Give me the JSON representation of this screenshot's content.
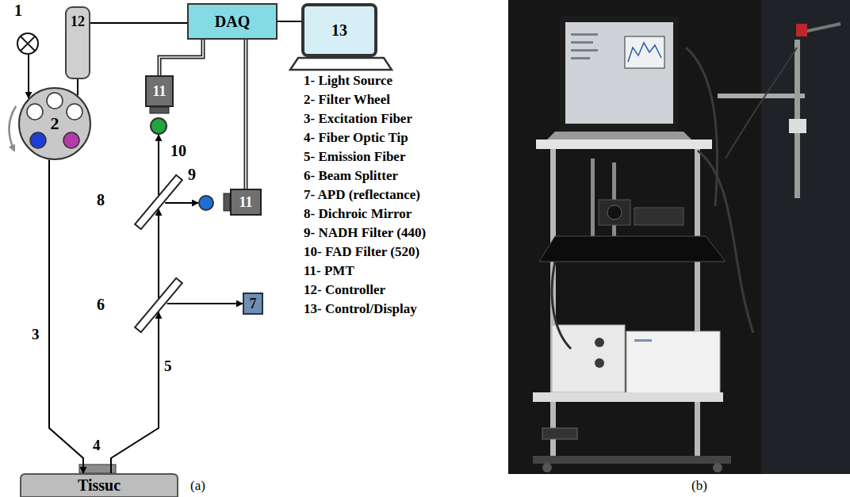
{
  "diagram": {
    "nodes": [
      {
        "text": [
          "1"
        ]
      },
      {
        "text": [
          "12"
        ]
      },
      {
        "text": [
          "DAQ"
        ]
      },
      {
        "text": [
          "13"
        ]
      },
      {
        "text": [
          "2"
        ]
      },
      {
        "text": [
          "11"
        ]
      },
      {
        "text": [
          "10"
        ]
      },
      {
        "text": [
          "8"
        ]
      },
      {
        "text": [
          "9"
        ]
      },
      {
        "text": [
          "11"
        ]
      },
      {
        "text": [
          "6"
        ]
      },
      {
        "text": [
          "7"
        ]
      },
      {
        "text": [
          "Tissuc"
        ]
      }
    ],
    "edges": [
      {
        "from": 0,
        "to": 4,
        "arrow": "to"
      },
      {
        "from": 4,
        "to": 12,
        "arrow": "to"
      },
      {
        "from": 12,
        "to": 10,
        "arrow": "to"
      },
      {
        "from": 10,
        "to": 11,
        "arrow": "to"
      },
      {
        "from": 10,
        "to": 7,
        "arrow": "to"
      },
      {
        "from": 7,
        "to": 8,
        "arrow": "to"
      },
      {
        "from": 7,
        "to": 6,
        "arrow": "to"
      },
      {
        "from": 1,
        "to": 4,
        "arrow": "none"
      },
      {
        "from": 1,
        "to": 2,
        "arrow": "none"
      },
      {
        "from": 2,
        "to": 5,
        "arrow": "none"
      },
      {
        "from": 2,
        "to": 9,
        "arrow": "none"
      },
      {
        "from": 2,
        "to": 3,
        "arrow": "none"
      }
    ],
    "labels": [
      "3",
      "4",
      "5",
      "1- Light Source",
      "2- Filter Wheel",
      "3- Excitation Fiber",
      "4- Fiber Optic Tip",
      "5- Emission Fiber",
      "6- Beam Splitter",
      "7- APD (reflectance)",
      "8- Dichroic Mirror",
      "9- NADH Filter (440)",
      "10- FAD Filter (520)",
      "11- PMT",
      "12- Controller",
      "13- Control/Display",
      "(a)",
      "(b)"
    ]
  }
}
